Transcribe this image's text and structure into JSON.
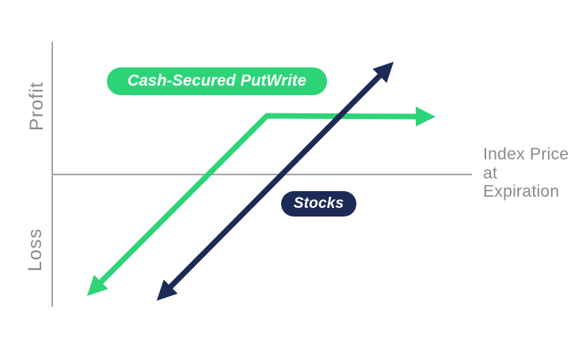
{
  "colors": {
    "green": "#2DD477",
    "navy": "#1C2A56",
    "axis": "#A5A5A8",
    "label_text": "#8A8A8E",
    "pill_text": "#FFFFFF",
    "background": "#FFFFFF"
  },
  "labels": {
    "profit": "Profit",
    "loss": "Loss",
    "x_axis": "Index Price at Expiration",
    "putwrite_pill": "Cash-Secured PutWrite",
    "stocks_pill": "Stocks"
  },
  "chart_data": {
    "type": "line",
    "title": "",
    "xlabel": "Index Price at Expiration",
    "ylabel": "Profit / Loss",
    "x_axis": {
      "ticks": [],
      "range_norm": [
        0,
        1
      ],
      "grid": false
    },
    "y_axis": {
      "ticks": [],
      "grid": false,
      "zero_line": "horizontal axis at y=0",
      "top_region_label": "Profit",
      "bottom_region_label": "Loss"
    },
    "series": [
      {
        "name": "Cash-Secured PutWrite",
        "color": "#2DD477",
        "style": "solid thick line with arrowheads on both ends",
        "description": "Rises one-for-one with the index from the loss region, then kinks at the strike price and stays flat at a capped profit (premium received) for all higher index prices",
        "points_norm_xy": [
          [
            0.08,
            -0.93
          ],
          [
            0.51,
            0.44
          ],
          [
            0.91,
            0.44
          ]
        ]
      },
      {
        "name": "Stocks",
        "color": "#1C2A56",
        "style": "solid thick line with arrowheads on both ends",
        "description": "Linear payoff: profit/loss moves one-for-one with the index price at expiration, uncapped in both directions",
        "points_norm_xy": [
          [
            0.24,
            -0.97
          ],
          [
            0.81,
            0.86
          ]
        ]
      }
    ],
    "legend": {
      "position": "inline pill labels on chart",
      "entries": [
        "Cash-Secured PutWrite",
        "Stocks"
      ]
    }
  }
}
